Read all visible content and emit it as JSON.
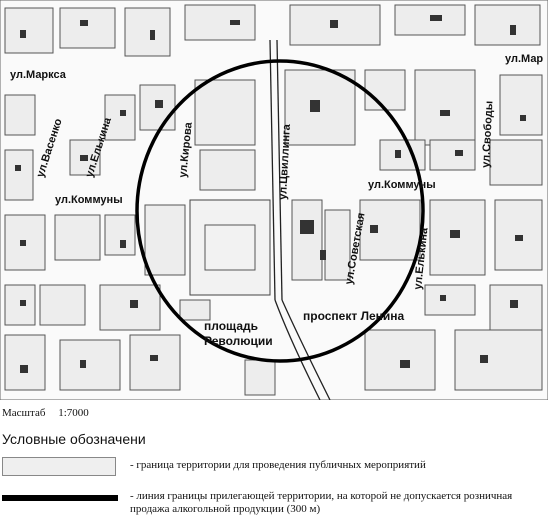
{
  "map": {
    "streets": {
      "marksa": "ул.Маркса",
      "vasenko": "ул.Васенко",
      "elkina": "ул.Елькина",
      "kirova": "ул.Кирова",
      "kommuny_left": "ул.Коммуны",
      "tsvillinga": "ул.Цвиллинга",
      "kommuny_right": "ул.Коммуны",
      "sovetskaya": "ул.Советская",
      "elkina_right": "ул.Елькина",
      "svobody": "ул.Свободы",
      "marksa_right": "ул.Мар",
      "lenina": "проспект Ленина"
    },
    "square_line1": "площадь",
    "square_line2": "Революции"
  },
  "scale": {
    "label": "Масштаб",
    "value": "1:7000"
  },
  "legend": {
    "title": "Условные обозначени",
    "items": [
      {
        "text": "- граница территории для проведения публичных мероприятий"
      },
      {
        "text": "- линия границы прилегающей территории, на которой не допускается розничная продажа алкогольной продукции (300 м)"
      }
    ]
  }
}
